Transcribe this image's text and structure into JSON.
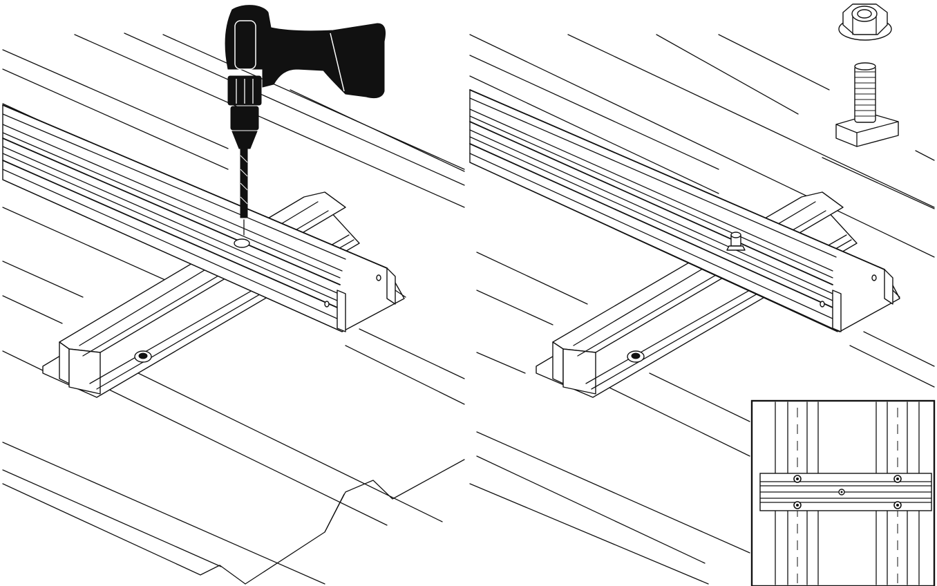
{
  "figure": {
    "panels": [
      {
        "id": "step-drill",
        "tool": "drill-icon"
      },
      {
        "id": "step-fasten",
        "hardware": [
          "flange-nut-icon",
          "t-head-bolt-icon"
        ]
      }
    ],
    "detail_view": {
      "bolts": 4,
      "center_marker": 1
    },
    "colors": {
      "ink": "#111111",
      "paper": "#ffffff"
    }
  }
}
